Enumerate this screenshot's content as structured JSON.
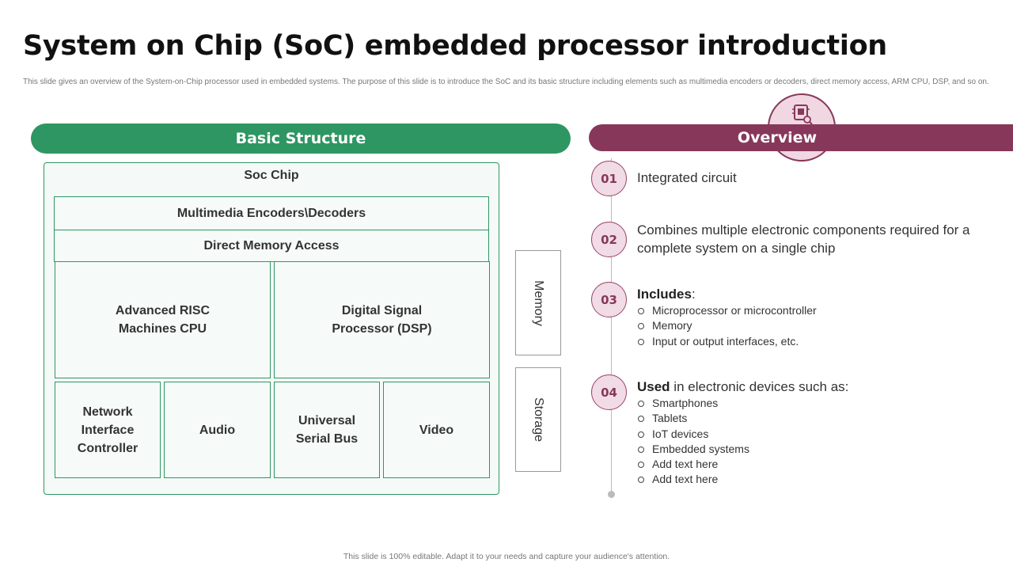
{
  "title": "System on Chip (SoC) embedded processor introduction",
  "subtitle": "This slide gives an overview of the System-on-Chip processor used in embedded systems. The purpose of this slide is to introduce the SoC and its basic structure including elements such as multimedia encoders or decoders, direct memory access, ARM CPU, DSP, and so on.",
  "basic": {
    "header": "Basic Structure",
    "chip_label": "Soc Chip",
    "multimedia": "Multimedia Encoders\\Decoders",
    "dma": "Direct Memory Access",
    "cpu": "Advanced RISC Machines CPU",
    "dsp": "Digital Signal Processor (DSP)",
    "network": "Network Interface Controller",
    "audio": "Audio",
    "usb": "Universal Serial Bus",
    "video": "Video",
    "memory": "Memory",
    "storage": "Storage"
  },
  "overview": {
    "header": "Overview",
    "icon": "chip-search-icon",
    "items": [
      {
        "num": "01",
        "text": "Integrated circuit"
      },
      {
        "num": "02",
        "text": "Combines multiple electronic components required for a complete system on a single chip"
      },
      {
        "num": "03",
        "bold": "Includes",
        "rest": ":",
        "subs": [
          "Microprocessor or microcontroller",
          "Memory",
          "Input or output interfaces, etc."
        ]
      },
      {
        "num": "04",
        "bold": "Used",
        "rest": " in electronic devices such as:",
        "subs": [
          "Smartphones",
          "Tablets",
          "IoT devices",
          "Embedded systems",
          "Add text here",
          "Add text here"
        ]
      }
    ]
  },
  "footer": "This slide is 100% editable. Adapt it to your needs and capture your audience's attention.",
  "colors": {
    "green": "#2e9662",
    "maroon": "#87385a",
    "pink": "#f1dbe5"
  }
}
